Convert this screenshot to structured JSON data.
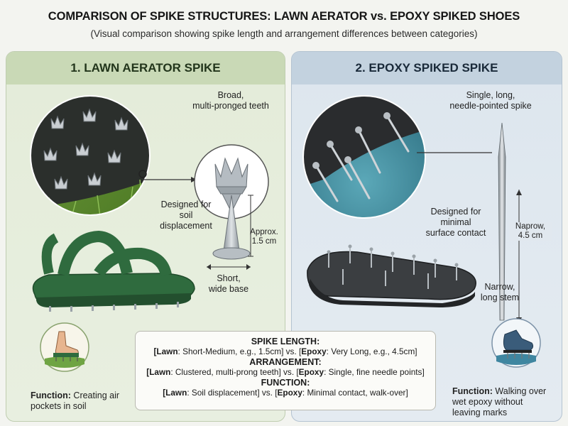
{
  "title": "COMPARISON OF SPIKE STRUCTURES: LAWN AERATOR vs. EPOXY SPIKED SHOES",
  "subtitle": "(Visual comparison showing spike length and arrangement differences between categories)",
  "left_panel": {
    "header": "1. LAWN AERATOR SPIKE",
    "label_teeth": "Broad,\nmulti-pronged teeth",
    "label_soil": "Designed for\nsoil\ndisplacement",
    "label_approx": "Approx.\n1.5 cm",
    "label_base": "Short,\nwide base",
    "function_key": "Function:",
    "function_text": " Creating air\npockets in soil"
  },
  "right_panel": {
    "header": "2. EPOXY SPIKED SPIKE",
    "label_needle": "Single, long,\nneedle-pointed spike",
    "label_surface": "Designed for\nminimal\nsurface contact",
    "label_narrow_len": "Naprow,\n4.5 cm",
    "label_stem": "Narrow,\nlong stem",
    "function_key": "Function:",
    "function_text": " Walking over\nwet epoxy without\nleaving marks"
  },
  "comparison": {
    "length_head": "SPIKE LENGTH:",
    "length_row_a": "[Lawn",
    "length_row_b": ": Short-Medium, e.g., 1.5cm] vs. [",
    "length_row_c": "Epoxy",
    "length_row_d": ": Very Long, e.g., 4.5cm]",
    "arrangement_head": "ARRANGEMENT:",
    "arrangement_row_a": "[Lawn",
    "arrangement_row_b": ": Clustered, multi-prong teeth] vs. [",
    "arrangement_row_c": "Epoxy",
    "arrangement_row_d": ": Single, fine needle points]",
    "function_head": "FUNCTION:",
    "function_row_a": "[Lawn",
    "function_row_b": ": Soil displacement] vs. [",
    "function_row_c": "Epoxy",
    "function_row_d": ": Minimal contact, walk-over]"
  },
  "colors": {
    "left_bg": "#e4ecd9",
    "left_header": "#c9d9b6",
    "right_bg": "#dde6ee",
    "right_header": "#c3d2df",
    "sandal_green": "#2f6b3e",
    "metal": "#a9b0b6"
  },
  "icons": [
    "aerator-sole-closeup-icon",
    "crown-spike-icon",
    "cone-spike-icon",
    "green-sandal-icon",
    "lawn-foot-icon",
    "epoxy-sole-closeup-icon",
    "needle-spike-icon",
    "spiked-sole-icon",
    "epoxy-foot-icon"
  ]
}
